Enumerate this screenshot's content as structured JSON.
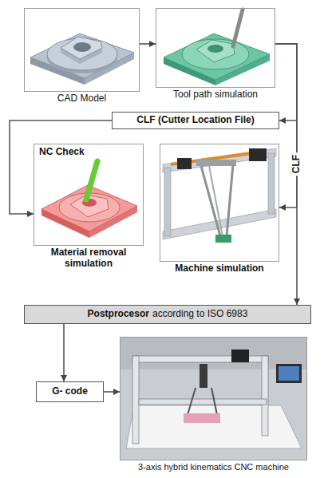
{
  "diagram": {
    "nodes": [
      {
        "text": [
          "CAD Model"
        ]
      },
      {
        "text": [
          "Tool path simulation"
        ]
      },
      {
        "text": [
          "CLF (Cutter Location File)"
        ]
      },
      {
        "text": [
          "NC Check",
          "Material removal simulation"
        ]
      },
      {
        "text": [
          "Machine simulation"
        ]
      },
      {
        "text": [
          "Postprocesor",
          "according to ISO 6983"
        ]
      },
      {
        "text": [
          "G- code"
        ]
      },
      {
        "text": [
          "3-axis hybrid kinematics CNC machine"
        ]
      }
    ],
    "edges": [
      {
        "from": 0,
        "to": 1,
        "arrow": "to"
      },
      {
        "from": 1,
        "to": 2,
        "arrow": "to"
      },
      {
        "from": 1,
        "to": 4,
        "arrow": "to",
        "label": "CLF"
      },
      {
        "from": 1,
        "to": 5,
        "arrow": "to"
      },
      {
        "from": 2,
        "to": 3,
        "arrow": "to"
      },
      {
        "from": 5,
        "to": 6,
        "arrow": "to"
      },
      {
        "from": 6,
        "to": 7,
        "arrow": "to"
      }
    ]
  }
}
